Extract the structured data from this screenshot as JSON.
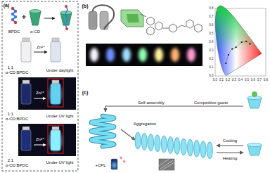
{
  "diagram": {
    "labels": [
      "(a)",
      "BPDC",
      "α-CD",
      "Zn²⁺",
      "1:1",
      "α-CD:BPDC",
      "Under daylight",
      "Zn²⁺",
      "1:1",
      "α-CD:BPDC",
      "Under UV light",
      "Zn²⁺",
      "2:1",
      "α-CD:BPDC",
      "Under UV light",
      "(b)",
      "0.0",
      "0.1",
      "0.2",
      "0.3",
      "0.4",
      "0.5",
      "0.6",
      "0.7",
      "0.8",
      "0.0",
      "0.1",
      "0.2",
      "0.3",
      "0.4",
      "0.5",
      "0.6",
      "0.7",
      "0.8",
      "(c)",
      "Self-assembly",
      "Competitive guest",
      "Aggregation",
      "Cooling",
      "Heating",
      "+CPL"
    ]
  }
}
